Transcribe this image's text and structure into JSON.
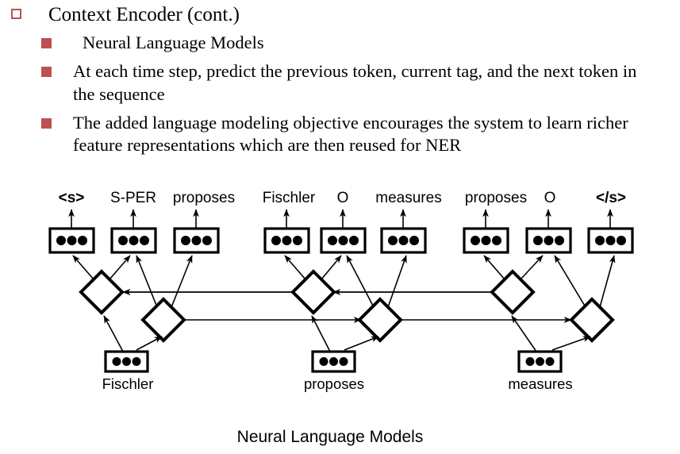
{
  "slide": {
    "title": "Context Encoder (cont.)",
    "bullets": [
      "Neural Language Models",
      "At each time step, predict the previous token, current tag, and the next token in the sequence",
      "The added language modeling objective encourages the system to learn richer feature representations which are then reused for NER"
    ],
    "marker_color": "#bb5250"
  },
  "figure": {
    "caption": "Neural Language Models",
    "output_labels": [
      "<s>",
      "S-PER",
      "proposes",
      "Fischler",
      "O",
      "measures",
      "proposes",
      "O",
      "</s>"
    ],
    "input_labels": [
      "Fischler",
      "proposes",
      "measures"
    ]
  }
}
